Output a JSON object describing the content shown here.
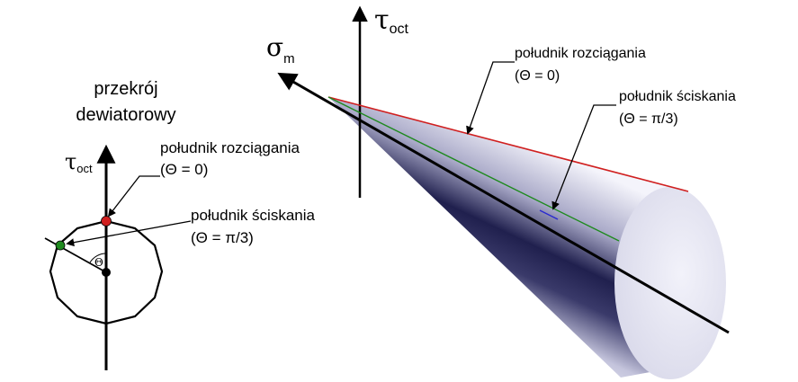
{
  "section_view": {
    "title_line1": "przekrój",
    "title_line2": "dewiatorowy",
    "axis_symbol": "τ",
    "axis_subscript": "oct",
    "angle_label": "Θ",
    "tension_label": "południk rozciągania",
    "tension_condition": "(Θ = 0)",
    "compression_label": "południk ściskania",
    "compression_condition": "(Θ = π/3)"
  },
  "cone_view": {
    "vertical_axis_symbol": "τ",
    "vertical_axis_subscript": "oct",
    "hydrostatic_axis_symbol": "σ",
    "hydrostatic_axis_subscript": "m",
    "tension_label": "południk rozciągania",
    "tension_condition": "(Θ = 0)",
    "compression_label": "południk ściskania",
    "compression_condition": "(Θ = π/3)"
  },
  "colors": {
    "tension_meridian": "#d02020",
    "compression_meridian": "#1f8a1f",
    "cone_dark": "#0b0b35",
    "cone_light": "#f2f2fa"
  }
}
